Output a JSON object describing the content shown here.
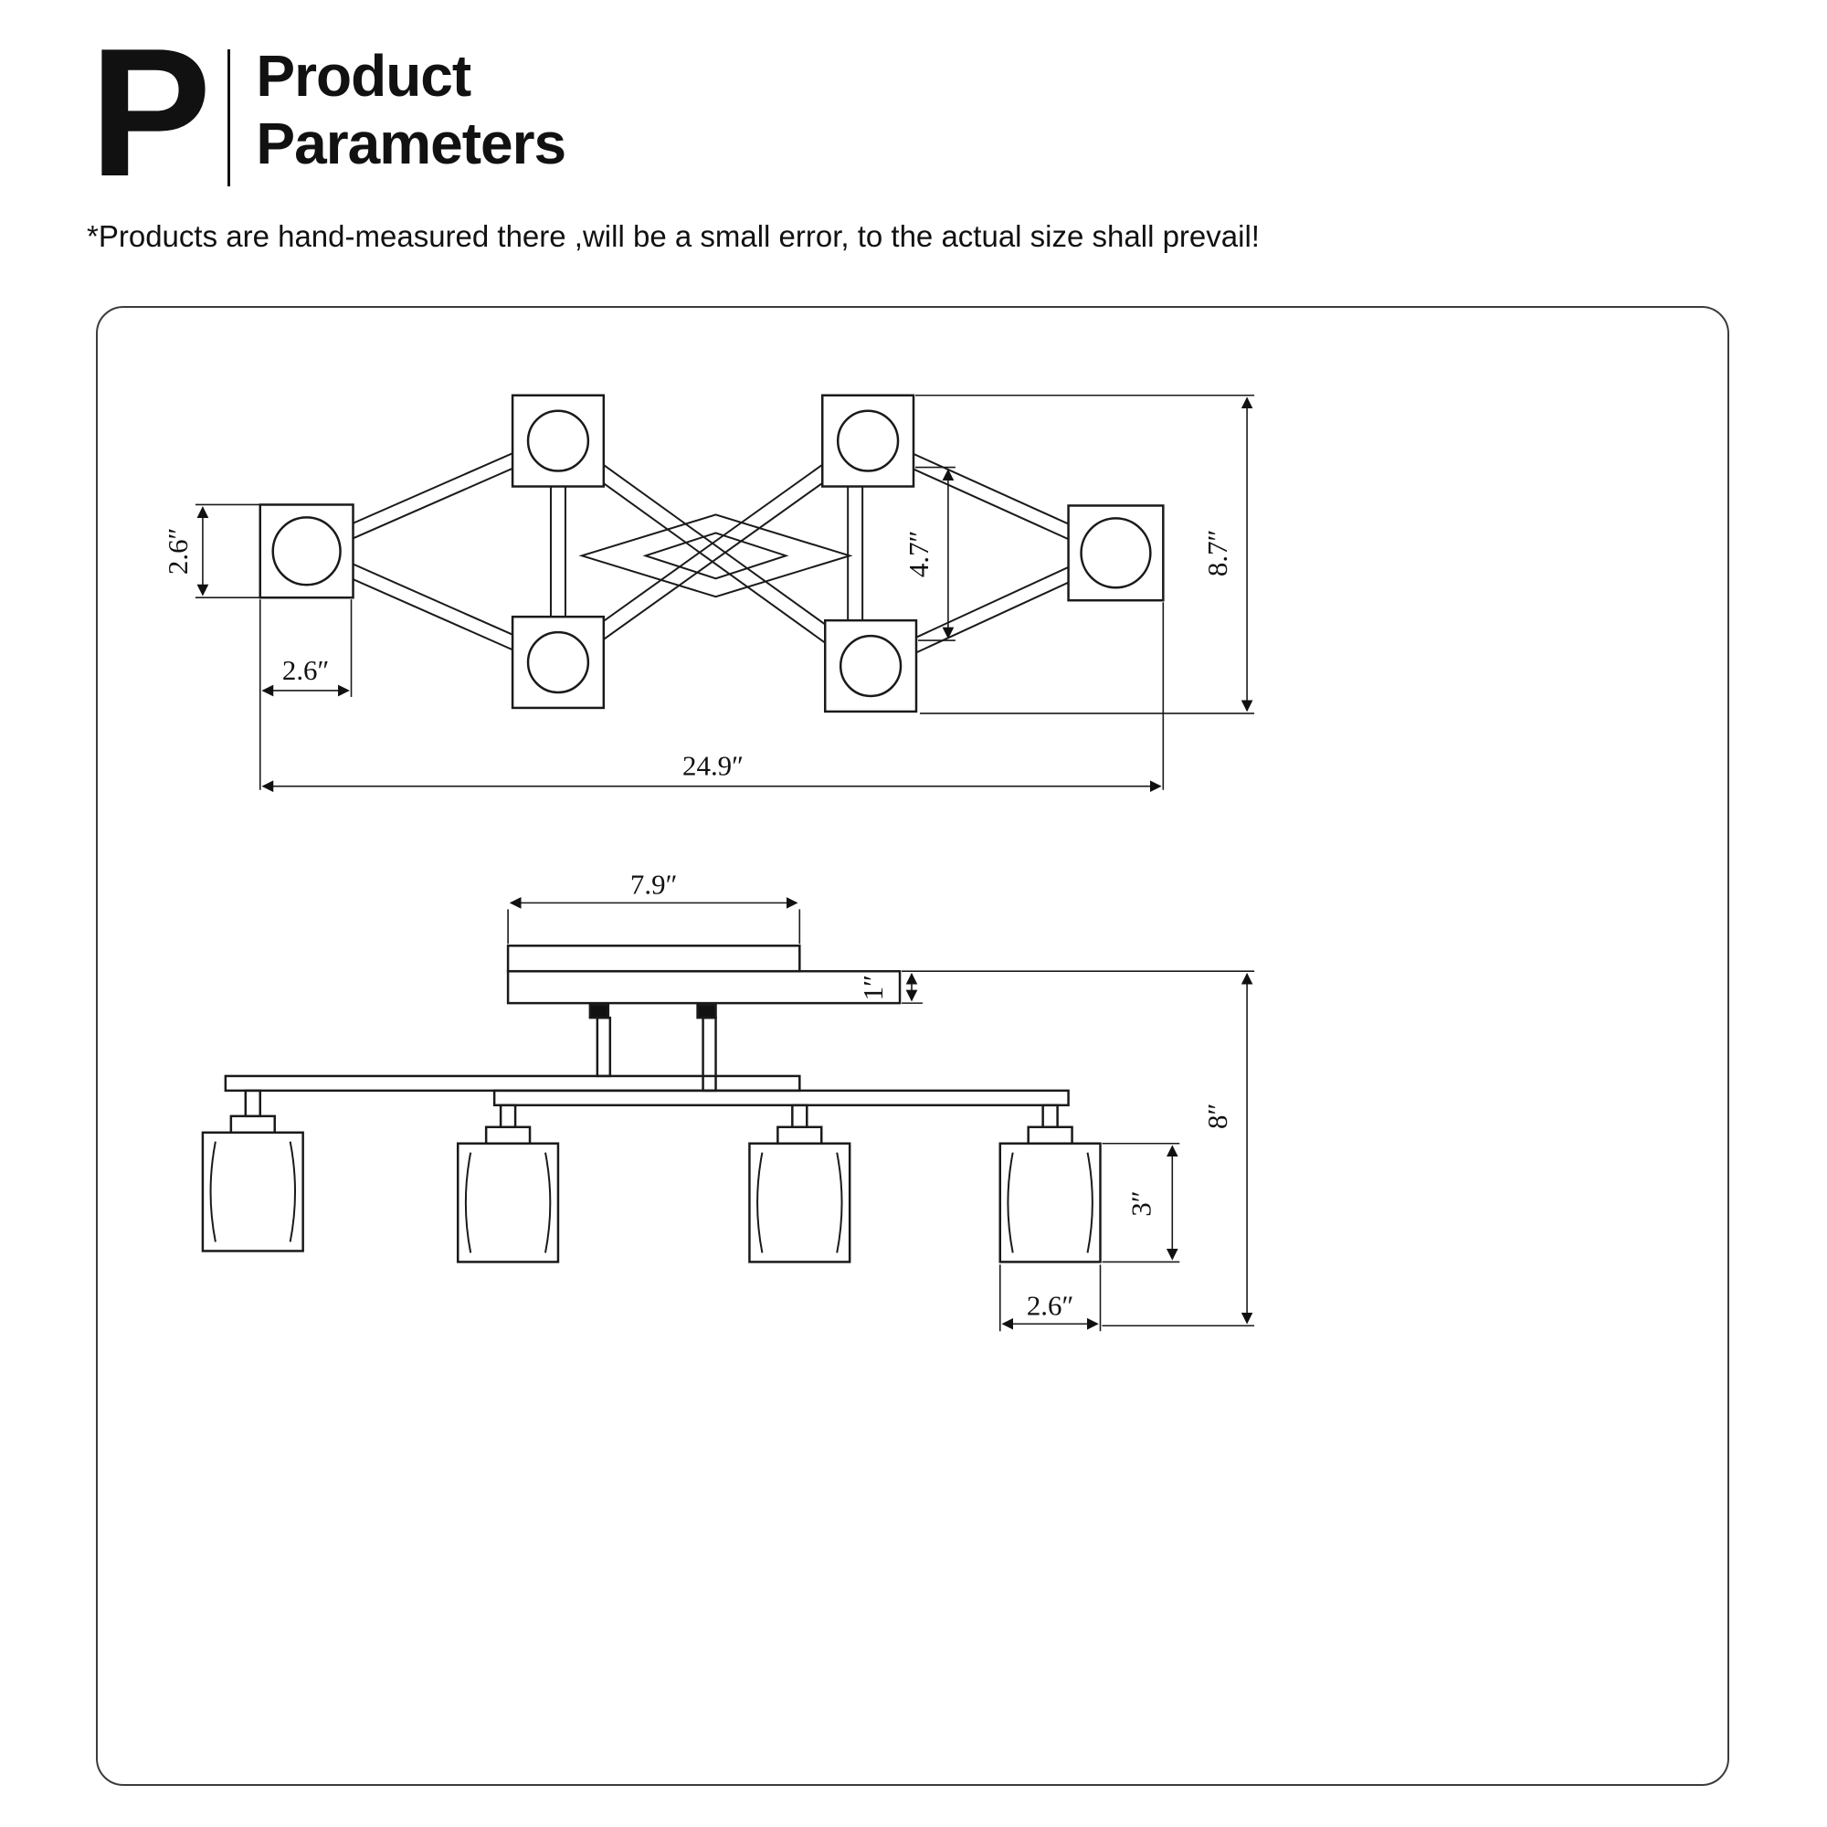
{
  "header": {
    "letter": "P",
    "title_line1": "Product",
    "title_line2": "Parameters"
  },
  "disclaimer": "*Products are hand-measured there ,will be a small error, to the actual size shall prevail!",
  "diagram": {
    "top_view": {
      "dim_head_height": "2.6″",
      "dim_head_width": "2.6″",
      "dim_inner_height": "4.7″",
      "dim_total_height": "8.7″",
      "dim_total_width": "24.9″"
    },
    "side_view": {
      "dim_canopy_width": "7.9″",
      "dim_plate_thickness": "1″",
      "dim_total_height": "8″",
      "dim_shade_height": "3″",
      "dim_shade_width": "2.6″"
    }
  },
  "colors": {
    "line": "#1a1a1a",
    "background": "#ffffff"
  }
}
